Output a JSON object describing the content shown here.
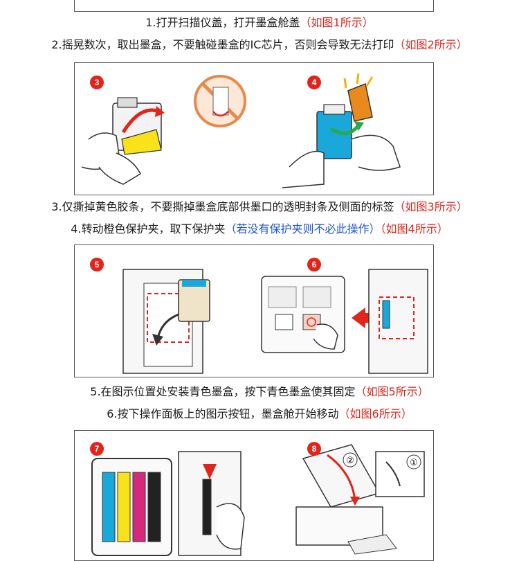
{
  "steps": [
    {
      "num": "3",
      "text": "",
      "note": ""
    },
    {
      "num": "4",
      "text": "",
      "note": ""
    },
    {
      "num": "5",
      "text": "",
      "note": ""
    },
    {
      "num": "6",
      "text": "",
      "note": ""
    },
    {
      "num": "7",
      "text": "",
      "note": ""
    },
    {
      "num": "8",
      "text": "",
      "note": ""
    }
  ],
  "instructions": [
    {
      "text": "1.打开扫描仪盖，打开墨盒舱盖",
      "note": "（如图1所示）",
      "note_color": "red"
    },
    {
      "text": "2.摇晃数次，取出墨盒，不要触碰墨盒的IC芯片，否则会导致无法打印",
      "note": "（如图2所示）",
      "note_color": "red"
    },
    {
      "text": "3.仅撕掉黄色胶条，不要撕掉墨盒底部供墨口的透明封条及侧面的标签",
      "note": "（如图3所示）",
      "note_color": "red"
    },
    {
      "text": "4.转动橙色保护夹，取下保护夹",
      "note": "（若没有保护夹则不必此操作）",
      "note_color": "blue",
      "note2": "（如图4所示）"
    },
    {
      "text": "5.在图示位置处安装青色墨盒，按下青色墨盒使其固定",
      "note": "（如图5所示）",
      "note_color": "red"
    },
    {
      "text": "6.按下操作面板上的图示按钮，墨盒舱开始移动",
      "note": "（如图6所示）",
      "note_color": "red"
    }
  ],
  "figure_markers": [
    "②",
    "①"
  ],
  "colors": {
    "accent_red": "#e1251b",
    "note_red": "#d9261c",
    "note_blue": "#1f57c7",
    "cyan": "#1aa7d9",
    "magenta": "#d6297c",
    "yellow": "#f7e21b",
    "orange": "#e88a1e"
  }
}
